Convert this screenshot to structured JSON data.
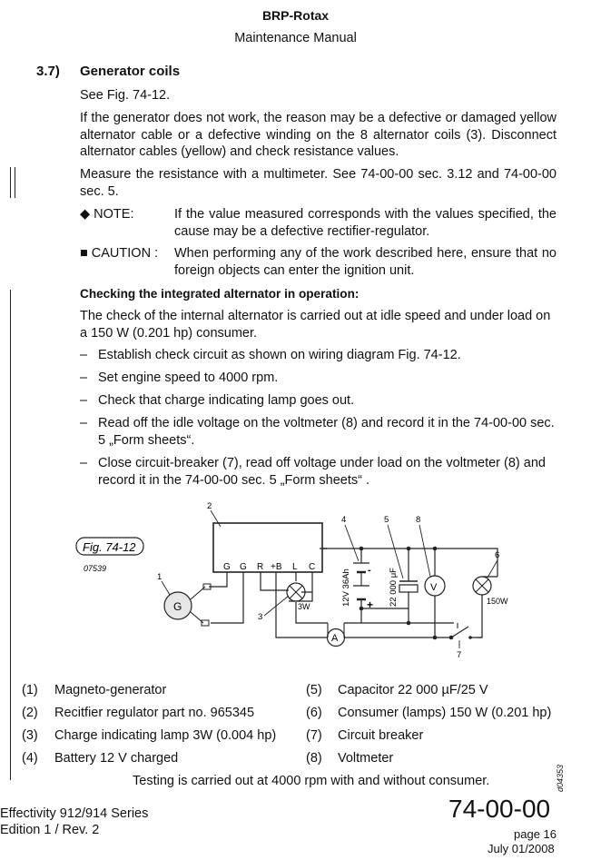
{
  "header": {
    "company": "BRP-Rotax",
    "manual": "Maintenance Manual"
  },
  "section": {
    "number": "3.7)",
    "title": "Generator coils"
  },
  "intro": {
    "see_fig": "See Fig. 74-12.",
    "para1": "If the generator does not work, the reason may be a defective or damaged yellow alternator cable or a defective winding on the 8 alternator coils (3). Disconnect alternator cables (yellow) and check resistance values.",
    "para2": "Measure the resistance with a multimeter. See 74-00-00 sec. 3.12 and 74-00-00 sec. 5."
  },
  "note": {
    "label": "◆ NOTE:",
    "text": "If the value measured corresponds with the values specified, the cause may be a defective rectifier-regulator."
  },
  "caution": {
    "label": "■ CAUTION :",
    "text": "When performing any of the work described here, ensure that no foreign objects can enter the ignition unit."
  },
  "check": {
    "heading": "Checking the integrated alternator in operation:",
    "para": "The check of the internal alternator is carried out at idle speed and under load on a 150 W (0.201 hp) consumer.",
    "steps": [
      "Establish check circuit as shown on wiring diagram Fig. 74-12.",
      "Set engine speed to 4000 rpm.",
      "Check that charge indicating lamp goes out.",
      "Read off the idle voltage on the voltmeter (8) and record it in the 74-00-00 sec. 5 „Form sheets“.",
      "Close circuit-breaker (7), read off voltage under load on the voltmeter (8) and record it in the 74-00-00 sec. 5 „Form sheets“ ."
    ]
  },
  "figure": {
    "label": "Fig. 74-12",
    "code": "07539",
    "terminals": [
      "G",
      "G",
      "R",
      "+B",
      "L",
      "C"
    ],
    "callouts": [
      "1",
      "2",
      "3",
      "4",
      "5",
      "6",
      "7",
      "8"
    ],
    "generator": "G",
    "ammeter": "A",
    "voltmeter": "V",
    "lamp_small": "3W",
    "lamp_load": "150W",
    "battery": "12V 36Ah",
    "capacitor": "22 000 μF",
    "minus": "-",
    "plus": "+"
  },
  "legend": [
    {
      "num": "(1)",
      "text": "Magneto-generator"
    },
    {
      "num": "(2)",
      "text": "Recitfier regulator part no. 965345"
    },
    {
      "num": "(3)",
      "text": "Charge indicating lamp 3W (0.004 hp)"
    },
    {
      "num": "(4)",
      "text": "Battery 12 V charged"
    },
    {
      "num": "(5)",
      "text": "Capacitor 22 000 µF/25 V"
    },
    {
      "num": "(6)",
      "text": "Consumer (lamps) 150 W (0.201 hp)"
    },
    {
      "num": "(7)",
      "text": "Circuit breaker"
    },
    {
      "num": "(8)",
      "text": "Voltmeter"
    }
  ],
  "testing_note": "Testing is carried out at 4000 rpm with and without consumer.",
  "side_code": "d04353",
  "footer": {
    "effectivity": "Effectivity 912/914 Series",
    "edition": "Edition 1 / Rev. 2",
    "chapter": "74-00-00",
    "page": "page 16",
    "date": "July 01/2008"
  }
}
